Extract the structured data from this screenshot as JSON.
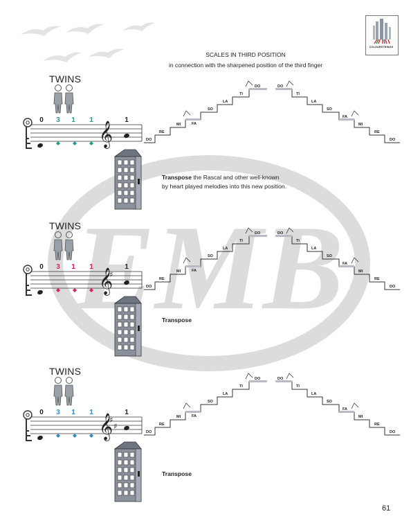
{
  "header": {
    "title": "SCALES IN THIRD POSITION",
    "subtitle": "in connection with the sharpened position of the third finger"
  },
  "logo": {
    "text": "COLOURSTRINGS"
  },
  "watermark": {
    "text": "EMB"
  },
  "sections": [
    {
      "twins_label": "TWINS",
      "finger_numbers": [
        "0",
        "3",
        "1",
        "1",
        "1"
      ],
      "finger_colors": [
        "#222222",
        "#2a9a8a",
        "#2a9a8a",
        "#2a9a8a",
        "#222222"
      ],
      "note_color": "#2a9a8a",
      "key_signature": "none",
      "body_text_bold": "Transpose",
      "body_text_rest": " the Rascal and other well-known",
      "body_text_line2": "by heart played melodies into this new position."
    },
    {
      "twins_label": "TWINS",
      "finger_numbers": [
        "0",
        "3",
        "1",
        "1",
        "1"
      ],
      "finger_colors": [
        "#222222",
        "#d81f5a",
        "#d81f5a",
        "#d81f5a",
        "#222222"
      ],
      "note_color": "#d81f5a",
      "key_signature": "one-sharp",
      "body_text_bold": "Transpose",
      "body_text_rest": "",
      "body_text_line2": ""
    },
    {
      "twins_label": "TWINS",
      "finger_numbers": [
        "0",
        "3",
        "1",
        "1",
        "1"
      ],
      "finger_colors": [
        "#222222",
        "#2a8fc9",
        "#2a8fc9",
        "#2a8fc9",
        "#222222"
      ],
      "note_color": "#2a8fc9",
      "key_signature": "two-sharps",
      "body_text_bold": "Transpose",
      "body_text_rest": "",
      "body_text_line2": ""
    }
  ],
  "scale_steps": [
    "DO",
    "RE",
    "MI",
    "FA",
    "SO",
    "LA",
    "TI",
    "DO",
    "DO",
    "TI",
    "LA",
    "SO",
    "FA",
    "MI",
    "RE",
    "DO"
  ],
  "page_number": "61"
}
